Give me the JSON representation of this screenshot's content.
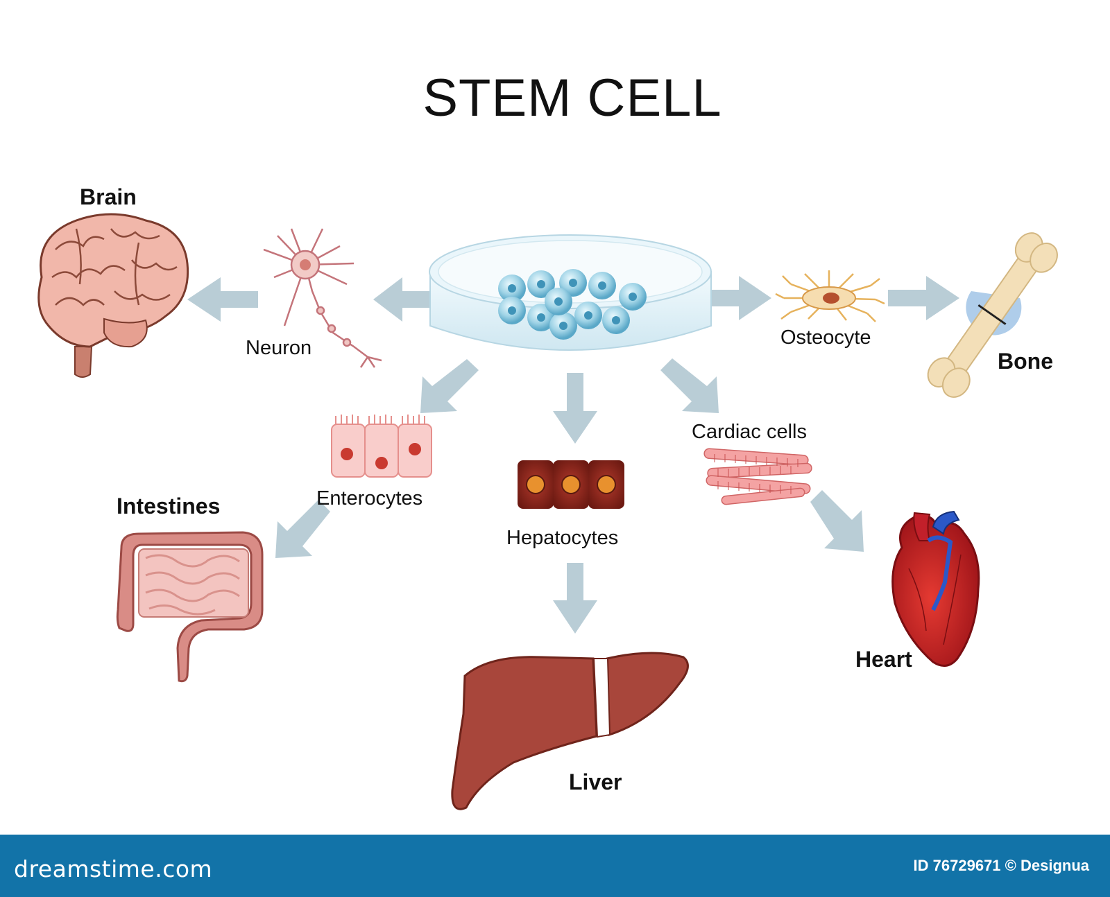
{
  "title": "STEM CELL",
  "cells": {
    "neuron": "Neuron",
    "osteocyte": "Osteocyte",
    "enterocytes": "Enterocytes",
    "hepatocytes": "Hepatocytes",
    "cardiac": "Cardiac cells"
  },
  "organs": {
    "brain": "Brain",
    "bone": "Bone",
    "intestines": "Intestines",
    "liver": "Liver",
    "heart": "Heart"
  },
  "footer": {
    "brand": "dreamstime.com",
    "credit": "ID 76729671 © Designua"
  },
  "colors": {
    "arrow": "#b9cdd6",
    "footer": "#1273a8",
    "brain": "#f1b7aa",
    "liver": "#a8463b",
    "heart": "#d8272b",
    "bone": "#f3dfb8",
    "intestine": "#d98c86",
    "dish": "#d8eef7"
  },
  "icons": [
    "petri-dish-icon",
    "brain-icon",
    "neuron-icon",
    "osteocyte-icon",
    "bone-icon",
    "enterocytes-icon",
    "intestines-icon",
    "hepatocytes-icon",
    "liver-icon",
    "cardiac-cells-icon",
    "heart-icon"
  ]
}
